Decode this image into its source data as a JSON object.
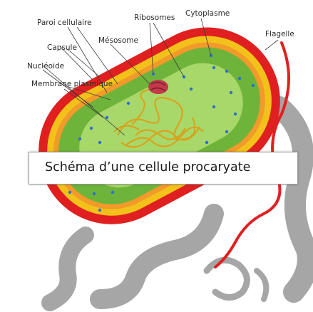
{
  "caption": "Schéma d’une cellule procaryate",
  "labels": {
    "paroi": "Paroi cellulaire",
    "ribosomes": "Ribosomes",
    "cytoplasme": "Cytoplasme",
    "capsule": "Capsule",
    "mesosome": "Mésosome",
    "flagelle": "Flagelle",
    "nucleoide": "Nucléoide",
    "membrane": "Membrane plasmique"
  },
  "colors": {
    "capsule_red": "#e02020",
    "wall_yellow": "#f2c21a",
    "membrane_orange": "#f29a2a",
    "cytoplasm_green": "#6fb43a",
    "cytoplasm_light": "#a8d86a",
    "flagella_gray": "#a6a6a6"
  }
}
